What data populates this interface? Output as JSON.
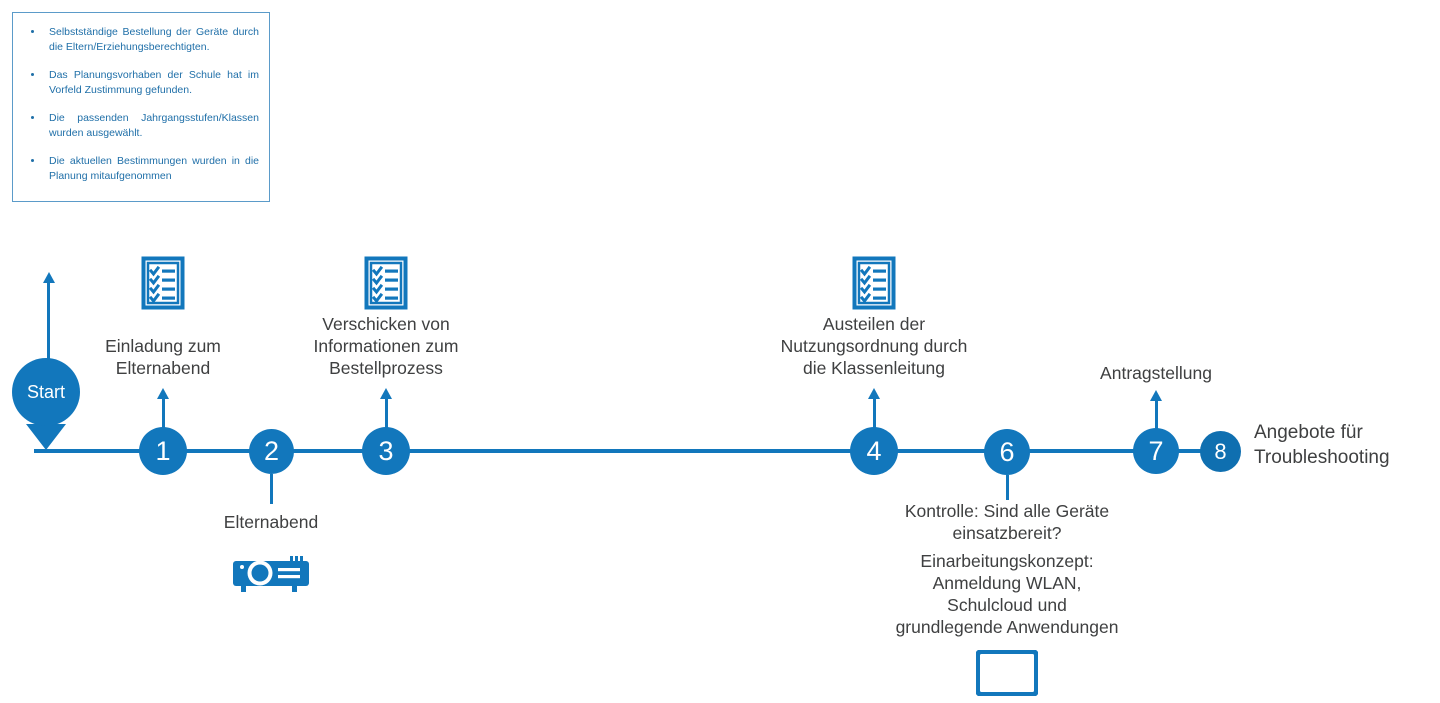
{
  "colors": {
    "primary_blue": "#1277bc",
    "deep_blue": "#0f6fb0",
    "box_border_blue": "#5b9bc9",
    "box_text_blue": "#1f6fa8",
    "label_gray": "#3f4041",
    "background": "#ffffff"
  },
  "prerequisites": {
    "items": [
      "Selbstständige Bestellung der Geräte durch die Eltern/Erziehungsberechtigten.",
      "Das Planungsvorhaben der Schule hat im Vorfeld Zustimmung gefunden.",
      "Die passenden Jahrgangsstufen/Klassen wurden ausgewählt.",
      "Die aktuellen Bestimmungen wurden in die Planung mitaufgenommen"
    ]
  },
  "timeline": {
    "start_label": "Start",
    "nodes": [
      {
        "number": "1",
        "label": "Einladung zum\nElternabend",
        "label_position": "above",
        "icon": "checklist-icon"
      },
      {
        "number": "2",
        "label": "Elternabend",
        "label_position": "below",
        "icon": "projector-icon"
      },
      {
        "number": "3",
        "label": "Verschicken von\nInformationen zum\nBestellprozess",
        "label_position": "above",
        "icon": "checklist-icon"
      },
      {
        "number": "4",
        "label": "Austeilen der\nNutzungsordnung durch\ndie Klassenleitung",
        "label_position": "above",
        "icon": "checklist-icon"
      },
      {
        "number": "6",
        "label": "Kontrolle: Sind alle Geräte\neinsatzbereit?",
        "label_position": "below",
        "icon": "tablet-icon"
      },
      {
        "number": "7",
        "label": "Antragstellung",
        "label_position": "above",
        "icon": "none"
      },
      {
        "number": "8",
        "label": "Angebote für\nTroubleshooting",
        "label_position": "right",
        "icon": "none"
      }
    ],
    "secondary_note": "Einarbeitungskonzept:\nAnmeldung WLAN,\nSchulcloud und\ngrundlegende Anwendungen"
  }
}
